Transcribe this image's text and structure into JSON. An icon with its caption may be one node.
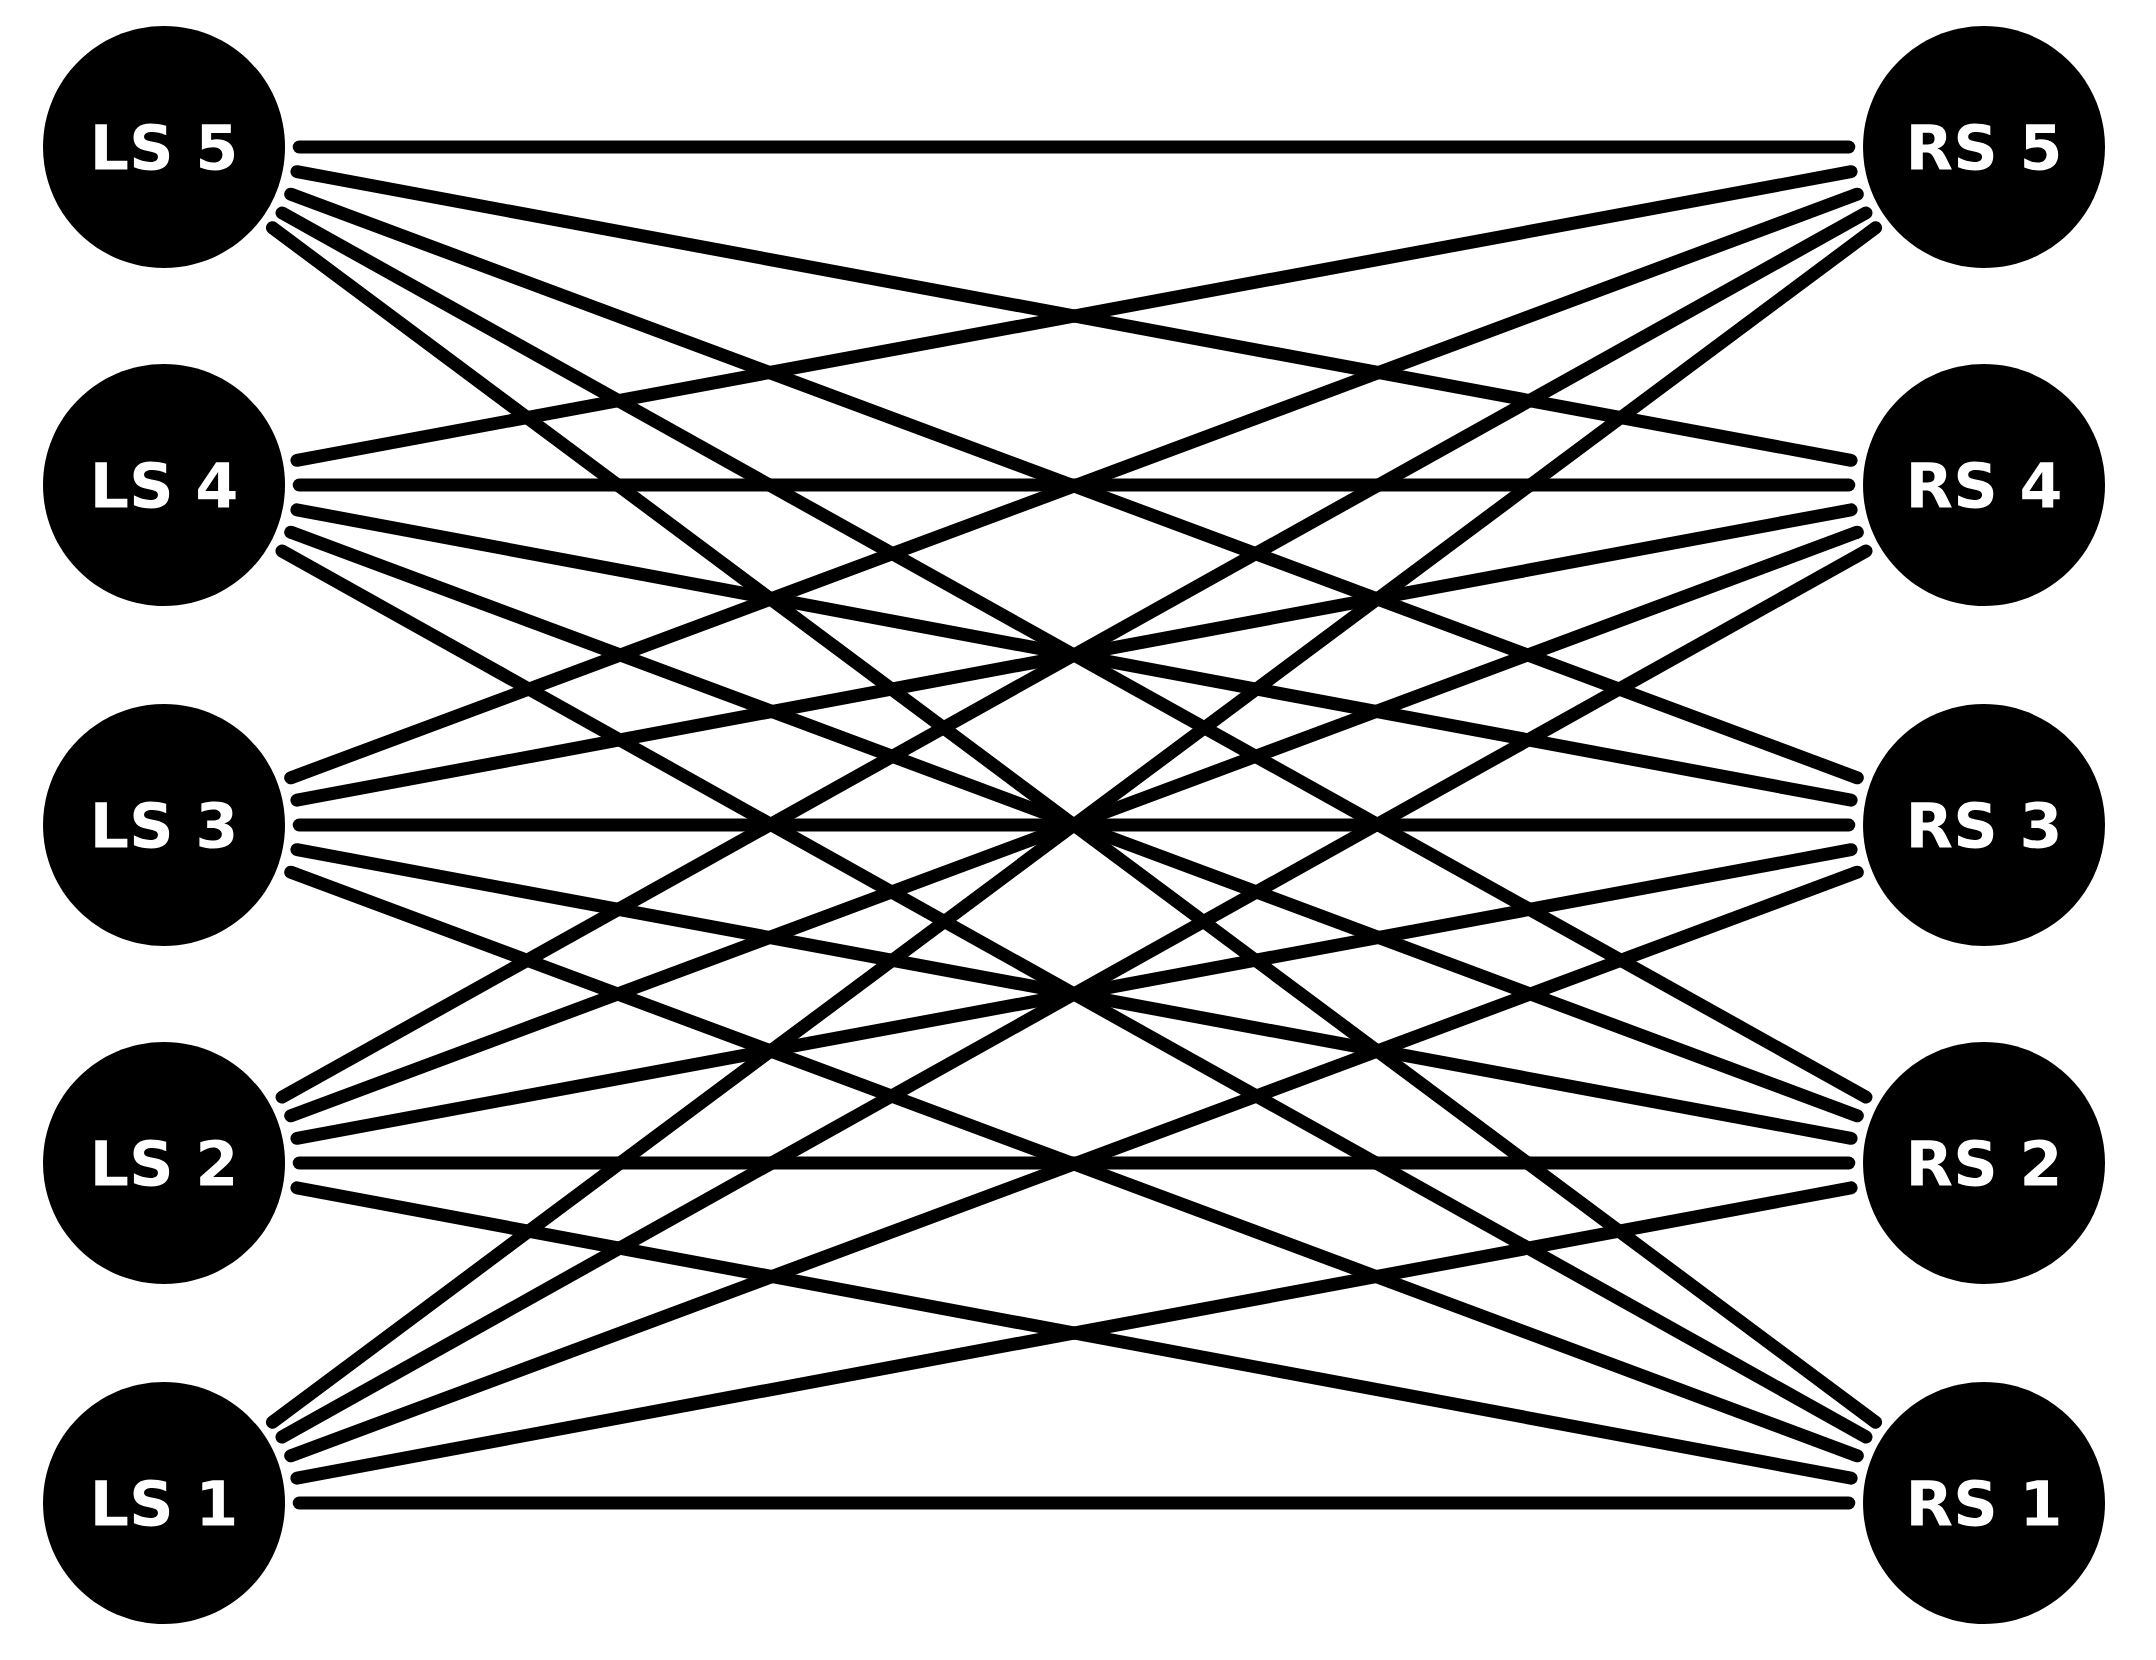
{
  "diagram": {
    "nodes": [
      {
        "text": [
          "LS 5"
        ]
      },
      {
        "text": [
          "RS 5"
        ]
      },
      {
        "text": [
          "LS 4"
        ]
      },
      {
        "text": [
          "RS 4"
        ]
      },
      {
        "text": [
          "LS 3"
        ]
      },
      {
        "text": [
          "RS 3"
        ]
      },
      {
        "text": [
          "LS 2"
        ]
      },
      {
        "text": [
          "RS 2"
        ]
      },
      {
        "text": [
          "LS 1"
        ]
      },
      {
        "text": [
          "RS 1"
        ]
      }
    ],
    "edges": [
      {
        "from": 0,
        "to": 1,
        "arrow": "none"
      },
      {
        "from": 0,
        "to": 3,
        "arrow": "none"
      },
      {
        "from": 0,
        "to": 5,
        "arrow": "none"
      },
      {
        "from": 0,
        "to": 7,
        "arrow": "none"
      },
      {
        "from": 0,
        "to": 9,
        "arrow": "none"
      },
      {
        "from": 2,
        "to": 1,
        "arrow": "none"
      },
      {
        "from": 2,
        "to": 3,
        "arrow": "none"
      },
      {
        "from": 2,
        "to": 5,
        "arrow": "none"
      },
      {
        "from": 2,
        "to": 7,
        "arrow": "none"
      },
      {
        "from": 2,
        "to": 9,
        "arrow": "none"
      },
      {
        "from": 4,
        "to": 1,
        "arrow": "none"
      },
      {
        "from": 4,
        "to": 3,
        "arrow": "none"
      },
      {
        "from": 4,
        "to": 5,
        "arrow": "none"
      },
      {
        "from": 4,
        "to": 7,
        "arrow": "none"
      },
      {
        "from": 4,
        "to": 9,
        "arrow": "none"
      },
      {
        "from": 6,
        "to": 1,
        "arrow": "none"
      },
      {
        "from": 6,
        "to": 3,
        "arrow": "none"
      },
      {
        "from": 6,
        "to": 5,
        "arrow": "none"
      },
      {
        "from": 6,
        "to": 7,
        "arrow": "none"
      },
      {
        "from": 6,
        "to": 9,
        "arrow": "none"
      },
      {
        "from": 8,
        "to": 1,
        "arrow": "none"
      },
      {
        "from": 8,
        "to": 3,
        "arrow": "none"
      },
      {
        "from": 8,
        "to": 5,
        "arrow": "none"
      },
      {
        "from": 8,
        "to": 7,
        "arrow": "none"
      },
      {
        "from": 8,
        "to": 9,
        "arrow": "none"
      }
    ]
  }
}
